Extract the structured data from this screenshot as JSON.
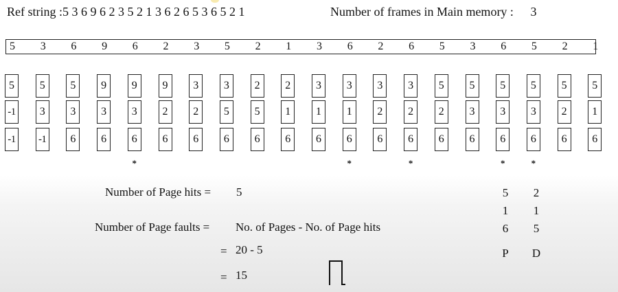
{
  "header": {
    "ref_label": "Ref string :",
    "ref_values": "5 3 6 9 6 2 3 5 2 1 3 6 2 6 5 3 6 5 2 1",
    "frames_label": "Number of frames in Main memory :",
    "frames_value": "3"
  },
  "reference": [
    "5",
    "3",
    "6",
    "9",
    "6",
    "2",
    "3",
    "5",
    "2",
    "1",
    "3",
    "6",
    "2",
    "6",
    "5",
    "3",
    "6",
    "5",
    "2",
    "1"
  ],
  "frames": [
    [
      "5",
      "-1",
      "-1"
    ],
    [
      "5",
      "3",
      "-1"
    ],
    [
      "5",
      "3",
      "6"
    ],
    [
      "9",
      "3",
      "6"
    ],
    [
      "9",
      "3",
      "6"
    ],
    [
      "9",
      "2",
      "6"
    ],
    [
      "3",
      "2",
      "6"
    ],
    [
      "3",
      "5",
      "6"
    ],
    [
      "2",
      "5",
      "6"
    ],
    [
      "2",
      "1",
      "6"
    ],
    [
      "3",
      "1",
      "6"
    ],
    [
      "3",
      "1",
      "6"
    ],
    [
      "3",
      "2",
      "6"
    ],
    [
      "3",
      "2",
      "6"
    ],
    [
      "5",
      "2",
      "6"
    ],
    [
      "5",
      "3",
      "6"
    ],
    [
      "5",
      "3",
      "6"
    ],
    [
      "5",
      "3",
      "6"
    ],
    [
      "5",
      "2",
      "6"
    ],
    [
      "5",
      "1",
      "6"
    ]
  ],
  "hit_marker": "*",
  "hits_at": [
    4,
    11,
    13,
    16,
    17
  ],
  "stats": {
    "hits_label": "Number of Page hits =",
    "hits_value": "5",
    "faults_label": "Number of Page faults =",
    "faults_formula": "No. of Pages - No. of Page hits",
    "eq": "=",
    "step1": "20 - 5",
    "step2": "15"
  },
  "side_notes": {
    "col_p": [
      "5",
      "1",
      "6"
    ],
    "col_d": [
      "2",
      "1",
      "5"
    ],
    "label_p": "P",
    "label_d": "D"
  }
}
